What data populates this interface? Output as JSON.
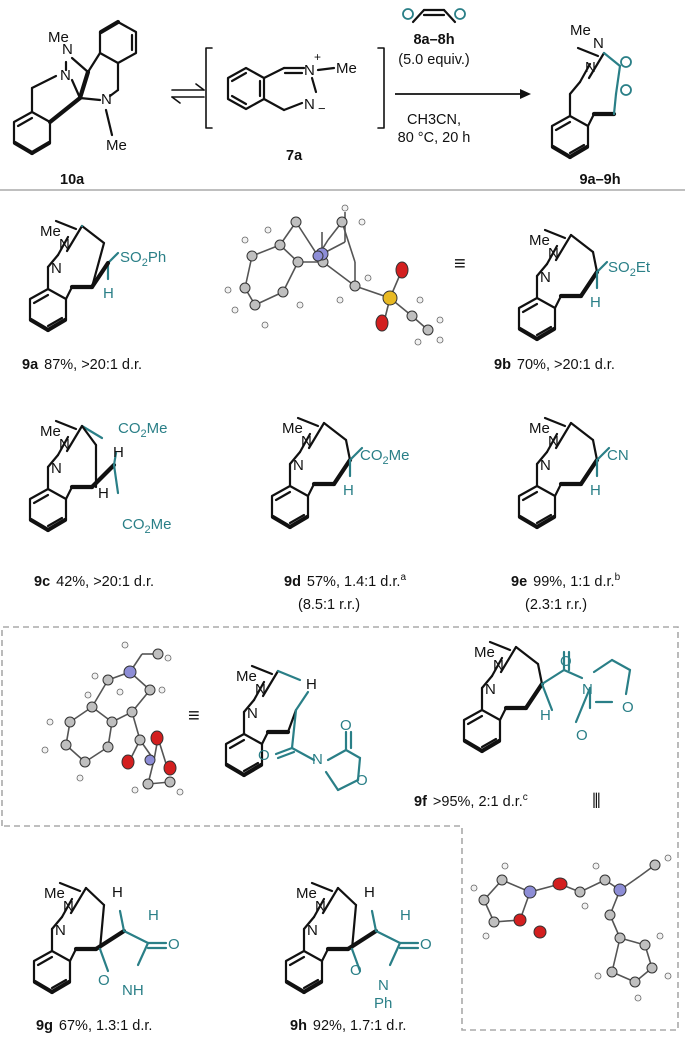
{
  "scheme": {
    "me": "Me",
    "n": "N",
    "h": "H",
    "plus": "+",
    "minus": "−",
    "compound_10a": "10a",
    "compound_7a": "7a",
    "reagent_label": "8a–8h",
    "reagent_equiv": "(5.0 equiv.)",
    "solvent": "CH3CN,",
    "conditions": "80 °C, 20 h",
    "product": "9a–9h",
    "equiv_symbol": "≡",
    "equiv_vertical": "⦀"
  },
  "substituents": {
    "so2ph": "SO2Ph",
    "so2et": "SO2Et",
    "co2me": "CO2Me",
    "cn": "CN",
    "o": "O",
    "nh": "NH",
    "ph": "Ph"
  },
  "captions": {
    "c9a": {
      "id": "9a",
      "text": "87%, >20:1 d.r."
    },
    "c9b": {
      "id": "9b",
      "text": "70%, >20:1 d.r."
    },
    "c9c": {
      "id": "9c",
      "text": "42%, >20:1 d.r."
    },
    "c9d": {
      "id": "9d",
      "text": "57%, 1.4:1 d.r.",
      "sup": "a",
      "rr": "(8.5:1 r.r.)"
    },
    "c9e": {
      "id": "9e",
      "text": "99%, 1:1 d.r.",
      "sup": "b",
      "rr": "(2.3:1 r.r.)"
    },
    "c9f": {
      "id": "9f",
      "text": ">95%, 2:1 d.r.",
      "sup": "c"
    },
    "c9g": {
      "id": "9g",
      "text": "67%, 1.3:1 d.r."
    },
    "c9h": {
      "id": "9h",
      "text": "92%, 1.7:1 d.r."
    }
  },
  "colors": {
    "teal": "#2a7f87",
    "divider": "#aaaaaa"
  }
}
